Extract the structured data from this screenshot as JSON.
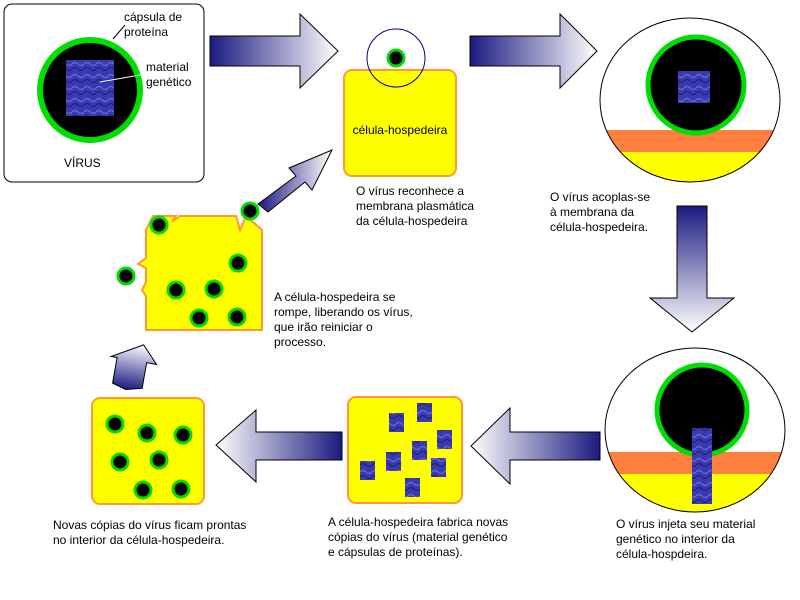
{
  "virus_box": {
    "capsule_label": "cápsula de\nproteína",
    "genetic_label": "material\ngenético",
    "title": "VÍRUS"
  },
  "steps": {
    "host_label": "célula-hospedeira",
    "step1": "O vírus reconhece a\nmembrana plasmática\nda célula-hospedeira",
    "step2": "O vírus acoplas-se\nà membrana da\ncélula-hospedeira.",
    "step3": "O vírus injeta seu material\ngenético no interior da\ncélula-hospdeira.",
    "step4": "A célula-hospedeira fabrica novas\ncópias do vírus (material genético\ne cápsulas de proteínas).",
    "step5": "Novas cópias do vírus ficam prontas\nno interior da célula-hospedeira.",
    "step6": "A célula-hospedeira se\nrompe, liberando os vírus,\nque irão reiniciar o\nprocesso."
  },
  "colors": {
    "cell_fill": "#ffff00",
    "cell_border": "#ff9933",
    "capsule_ring": "#00dd00",
    "virus_core": "#000000",
    "genetic_material": "#3333aa",
    "membrane": "#ff7f3f",
    "arrow_dark": "#1a1a80"
  }
}
